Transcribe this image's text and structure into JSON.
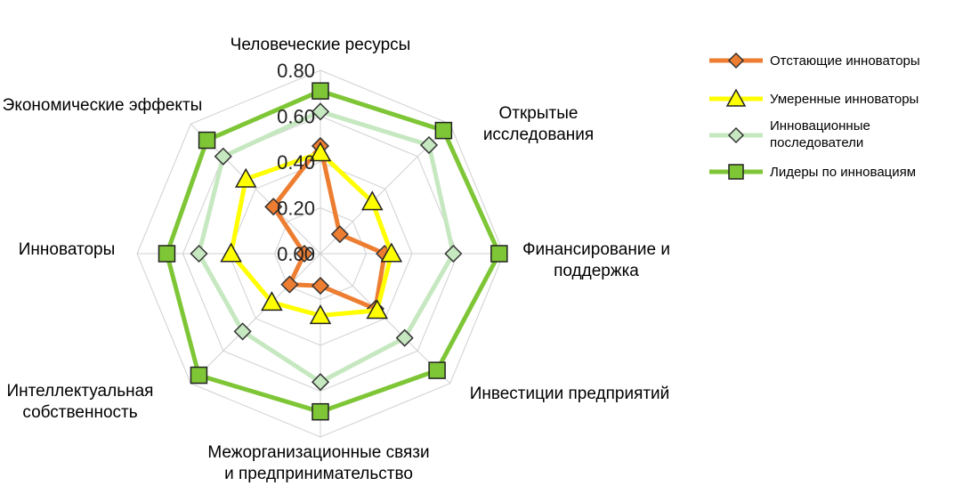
{
  "chart_data": {
    "type": "radar",
    "categories": [
      [
        "Человеческие ресурсы"
      ],
      [
        "Открытые",
        "исследования"
      ],
      [
        "Финансирование и",
        "поддержка"
      ],
      [
        "Инвестиции предприятий"
      ],
      [
        "Межорганизационные связи",
        "и предпринимательство"
      ],
      [
        "Интеллектуальная",
        "собственность"
      ],
      [
        "Инноваторы"
      ],
      [
        "Экономические эффекты"
      ]
    ],
    "rlim": [
      0,
      0.8
    ],
    "ticks": [
      "0.00",
      "0.20",
      "0.40",
      "0.60",
      "0.80"
    ],
    "tick_values": [
      0,
      0.2,
      0.4,
      0.6,
      0.8
    ],
    "grid": true,
    "legend_position": "right",
    "series": [
      {
        "name": "Отстающие инноваторы",
        "values": [
          0.47,
          0.12,
          0.28,
          0.34,
          0.14,
          0.19,
          0.07,
          0.29
        ],
        "color": "#ed7d31",
        "line_color": "#ed7d31",
        "marker": "diamond"
      },
      {
        "name": "Умеренные инноваторы",
        "values": [
          0.44,
          0.32,
          0.31,
          0.35,
          0.27,
          0.3,
          0.39,
          0.46
        ],
        "color": "#ffff00",
        "line_color": "#ffff00",
        "marker": "triangle"
      },
      {
        "name": "Инновационные последователи",
        "values": [
          0.62,
          0.67,
          0.58,
          0.52,
          0.56,
          0.48,
          0.53,
          0.6
        ],
        "color": "#c6e8c0",
        "line_color": "#c6e8c0",
        "marker": "diamond"
      },
      {
        "name": "Лидеры по инновациям",
        "values": [
          0.71,
          0.76,
          0.78,
          0.72,
          0.69,
          0.75,
          0.67,
          0.7
        ],
        "color": "#7ec636",
        "line_color": "#7ec636",
        "marker": "square"
      }
    ]
  }
}
